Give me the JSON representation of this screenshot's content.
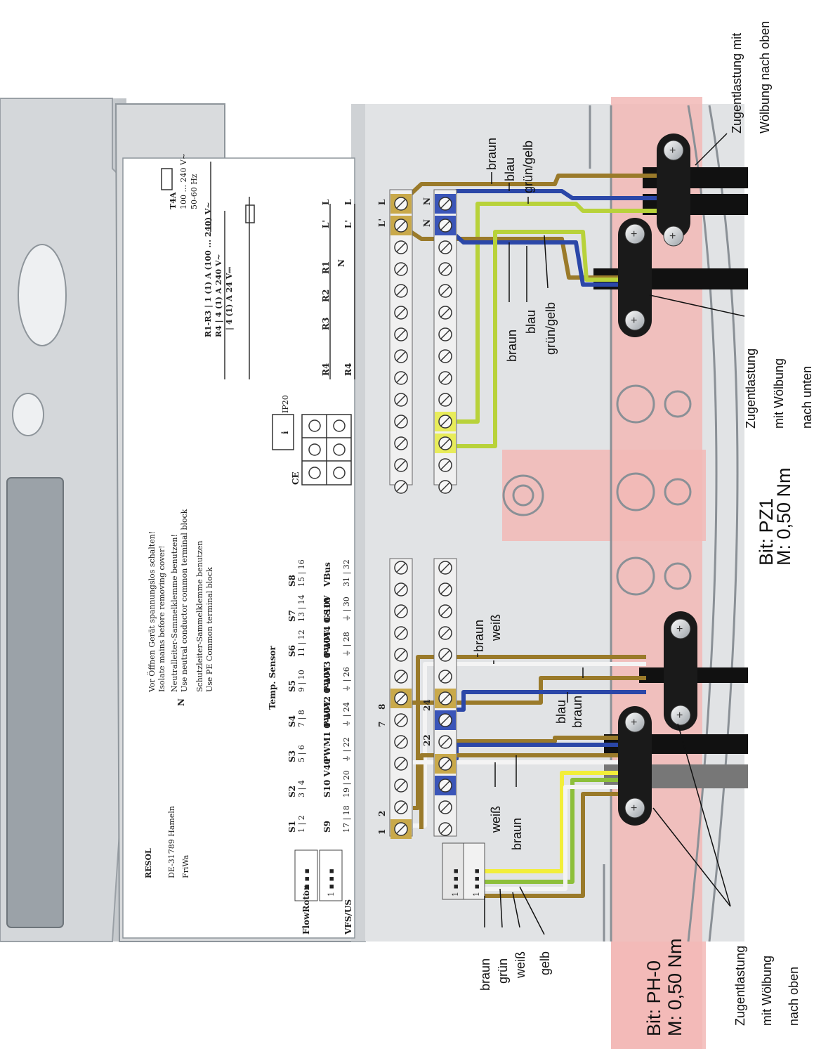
{
  "housing": {
    "logo": "RESOL",
    "address": "DE-31789 Hameln",
    "product": "FriWa",
    "warnings": [
      "Vor Öffnen Gerät spannungslos schalten!",
      "Isolate mains before removing cover!",
      "Neutralleiter-Sammelklemme benutzen!",
      "Use neutral conductor common terminal block",
      "Schutzleiter-Sammelklemme benutzen",
      "Use PE Common terminal block"
    ],
    "neutral_symbol": "N",
    "ip_rating": "IP20",
    "ce_mark": "CE",
    "info_symbol": "i"
  },
  "sensor_table": {
    "header": "Temp. Sensor",
    "sensors": [
      "S1",
      "S2",
      "S3",
      "S4",
      "S5",
      "S6",
      "S7",
      "S8"
    ],
    "pins_top": [
      "1 | 2",
      "3 | 4",
      "5 | 6",
      "7 | 8",
      "9 | 10",
      "11 | 12",
      "13 | 14",
      "15 | 16"
    ],
    "groups": [
      "S9",
      "S10 V40",
      "PWM1 0-10V",
      "PWM2 0-10V",
      "PWM3 0-10V",
      "PWM4 0-10V",
      "CS10",
      "VBus"
    ],
    "pins_bottom": [
      "17 | 18",
      "19 | 20",
      "⏚ | 22",
      "⏚ | 24",
      "⏚ | 26",
      "⏚ | 28",
      "⏚ | 30",
      "31 | 32"
    ]
  },
  "connectors": {
    "flowrotor": "FlowRotor",
    "vfs_us": "VFS/US",
    "pins": "1 ▪ ▪ ▪"
  },
  "power_block": {
    "relay_spec": [
      "R1-R3 | 1 (1) A (100 ... 240) V~",
      "R4 | 4 (1) A 240 V~",
      "| 4 (1) A 24 V⎓"
    ],
    "fuse": "T4A",
    "supply": [
      "100 ... 240 V~",
      "50-60 Hz"
    ],
    "relays": [
      "R1",
      "R2",
      "R3",
      "R4"
    ],
    "rail_label": "N",
    "line_labels": [
      "L",
      "L'",
      "L",
      "L'"
    ]
  },
  "terminal_labels": {
    "left_top": [
      "1",
      "2",
      "7",
      "8"
    ],
    "left_bottom": [
      "22",
      "24"
    ],
    "right_top": [
      "L'",
      "L"
    ],
    "right_bottom": [
      "N",
      "N"
    ]
  },
  "callouts": {
    "zug_top": [
      "Zugentlastung mit",
      "Wölbung nach oben"
    ],
    "zug_mid": [
      "Zugentlastung",
      "mit Wölbung",
      "nach unten"
    ],
    "zug_bottom": [
      "Zugentlastung",
      "mit Wölbung",
      "nach oben"
    ],
    "mains_in": [
      "braun",
      "blau",
      "grün/gelb"
    ],
    "mains_out": [
      "braun",
      "blau",
      "grün/gelb"
    ],
    "sensor_top": [
      "braun",
      "weiß"
    ],
    "sensor_mid": [
      "blau",
      "braun"
    ],
    "sensor_low": [
      "weiß",
      "braun"
    ],
    "flow_wires": [
      "braun",
      "grün",
      "weiß",
      "gelb"
    ]
  },
  "bits": {
    "pz1": [
      "Bit: PZ1",
      "M: 0,50 Nm"
    ],
    "ph0": [
      "Bit: PH-0",
      "M: 0,50 Nm"
    ]
  },
  "wire_colors": {
    "braun": "#9a7a2a",
    "blau": "#2b47a8",
    "gruengelb": "#b8d23a",
    "weiss": "#f4f4f4",
    "gelb": "#f2ee3a",
    "gruen": "#8dbf3a"
  }
}
